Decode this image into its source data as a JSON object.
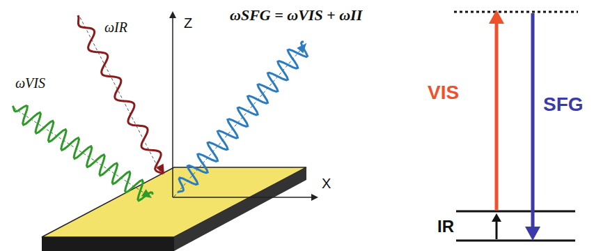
{
  "diagram": {
    "labels": [
      "ωIR",
      "ωVIS",
      "Z",
      "X",
      "ωSFG = ωVIS + ωII",
      "VIS",
      "SFG",
      "IR"
    ]
  }
}
